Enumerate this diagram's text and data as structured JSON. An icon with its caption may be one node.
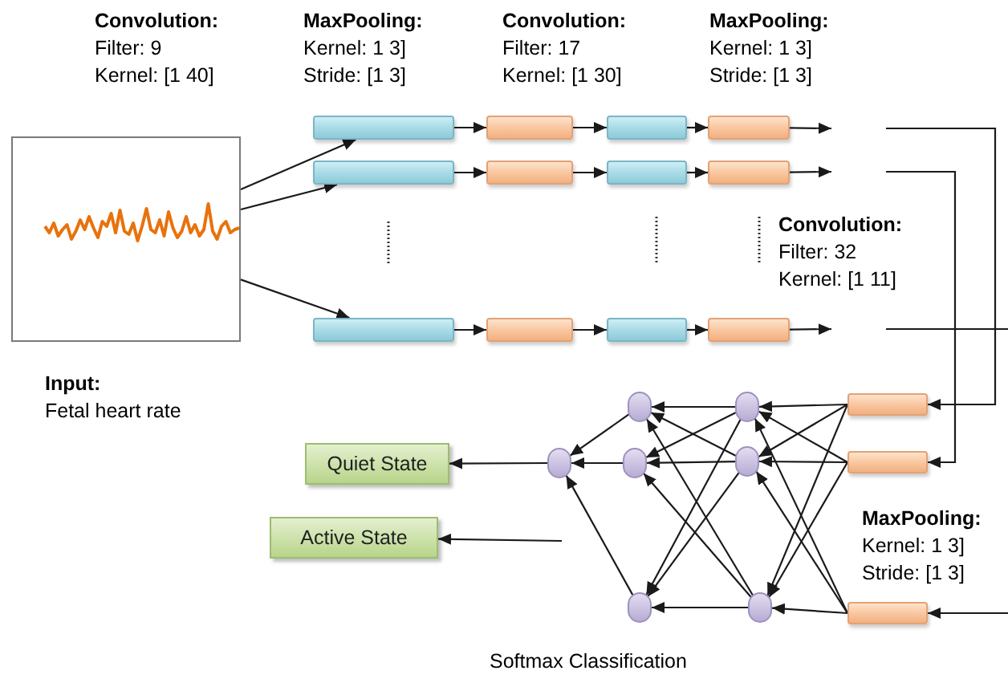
{
  "diagram": {
    "nodes": [
      {
        "text": [],
        "shape": "picture",
        "beside": [
          "Input:",
          "Fetal heart rate"
        ]
      },
      {
        "text": [],
        "shape": "box"
      },
      {
        "text": [],
        "shape": "box"
      },
      {
        "text": [],
        "shape": "box"
      },
      {
        "text": [],
        "shape": "box"
      },
      {
        "text": [],
        "shape": "box"
      },
      {
        "text": [],
        "shape": "box"
      },
      {
        "text": [],
        "shape": "box"
      },
      {
        "text": [],
        "shape": "box"
      },
      {
        "text": [],
        "shape": "box"
      },
      {
        "text": [],
        "shape": "box"
      },
      {
        "text": [],
        "shape": "box"
      },
      {
        "text": [],
        "shape": "box"
      },
      {
        "text": [],
        "shape": "box"
      },
      {
        "text": [],
        "shape": "box"
      },
      {
        "text": [],
        "shape": "box"
      },
      {
        "text": [],
        "shape": "circle"
      },
      {
        "text": [],
        "shape": "circle"
      },
      {
        "text": [],
        "shape": "circle"
      },
      {
        "text": [],
        "shape": "circle"
      },
      {
        "text": [],
        "shape": "circle"
      },
      {
        "text": [],
        "shape": "circle"
      },
      {
        "text": [],
        "shape": "circle"
      },
      {
        "text": [
          "Quiet State"
        ]
      },
      {
        "text": [
          "Active State"
        ]
      }
    ],
    "edges": [
      {
        "from": 0,
        "to": 1,
        "arrow": "to"
      },
      {
        "from": 0,
        "to": 5,
        "arrow": "to"
      },
      {
        "from": 0,
        "to": 9,
        "arrow": "to"
      },
      {
        "from": 1,
        "to": 2,
        "arrow": "to"
      },
      {
        "from": 2,
        "to": 3,
        "arrow": "to"
      },
      {
        "from": 3,
        "to": 4,
        "arrow": "to"
      },
      {
        "from": 5,
        "to": 6,
        "arrow": "to"
      },
      {
        "from": 6,
        "to": 7,
        "arrow": "to"
      },
      {
        "from": 7,
        "to": 8,
        "arrow": "to"
      },
      {
        "from": 9,
        "to": 10,
        "arrow": "to"
      },
      {
        "from": 10,
        "to": 11,
        "arrow": "to"
      },
      {
        "from": 11,
        "to": 12,
        "arrow": "to"
      },
      {
        "from": 4,
        "to": null,
        "arrow": "to"
      },
      {
        "from": 8,
        "to": null,
        "arrow": "to"
      },
      {
        "from": 12,
        "to": null,
        "arrow": "to"
      },
      {
        "from": null,
        "to": 13,
        "arrow": "to"
      },
      {
        "from": null,
        "to": 14,
        "arrow": "to"
      },
      {
        "from": null,
        "to": 15,
        "arrow": "to"
      },
      {
        "from": 13,
        "to": 16,
        "arrow": "to"
      },
      {
        "from": 13,
        "to": 17,
        "arrow": "to"
      },
      {
        "from": 13,
        "to": 18,
        "arrow": "to"
      },
      {
        "from": 14,
        "to": 16,
        "arrow": "to"
      },
      {
        "from": 14,
        "to": 17,
        "arrow": "to"
      },
      {
        "from": 14,
        "to": 18,
        "arrow": "to"
      },
      {
        "from": 15,
        "to": 16,
        "arrow": "to"
      },
      {
        "from": 15,
        "to": 17,
        "arrow": "to"
      },
      {
        "from": 15,
        "to": 18,
        "arrow": "to"
      },
      {
        "from": 16,
        "to": 19,
        "arrow": "to"
      },
      {
        "from": 16,
        "to": 20,
        "arrow": "to"
      },
      {
        "from": 16,
        "to": 21,
        "arrow": "to"
      },
      {
        "from": 17,
        "to": 19,
        "arrow": "to"
      },
      {
        "from": 17,
        "to": 20,
        "arrow": "to"
      },
      {
        "from": 17,
        "to": 21,
        "arrow": "to"
      },
      {
        "from": 18,
        "to": 19,
        "arrow": "to"
      },
      {
        "from": 18,
        "to": 20,
        "arrow": "to"
      },
      {
        "from": 18,
        "to": 21,
        "arrow": "to"
      },
      {
        "from": 19,
        "to": 22,
        "arrow": "to"
      },
      {
        "from": 20,
        "to": 22,
        "arrow": "to"
      },
      {
        "from": 21,
        "to": 22,
        "arrow": "to"
      },
      {
        "from": 22,
        "to": 23,
        "arrow": "to"
      },
      {
        "from": null,
        "to": 24,
        "arrow": "to"
      }
    ],
    "labels": [
      "Convolution:",
      "Filter: 9",
      "Kernel: [1 40]",
      "MaxPooling:",
      "Kernel: 1 3]",
      "Stride: [1 3]",
      "Convolution:",
      "Filter: 17",
      "Kernel: [1 30]",
      "MaxPooling:",
      "Kernel: 1 3]",
      "Stride: [1 3]",
      "Convolution:",
      "Filter: 32",
      "Kernel: [1 11]",
      "MaxPooling:",
      "Kernel: 1 3]",
      "Stride: [1 3]",
      "Softmax Classification"
    ]
  }
}
